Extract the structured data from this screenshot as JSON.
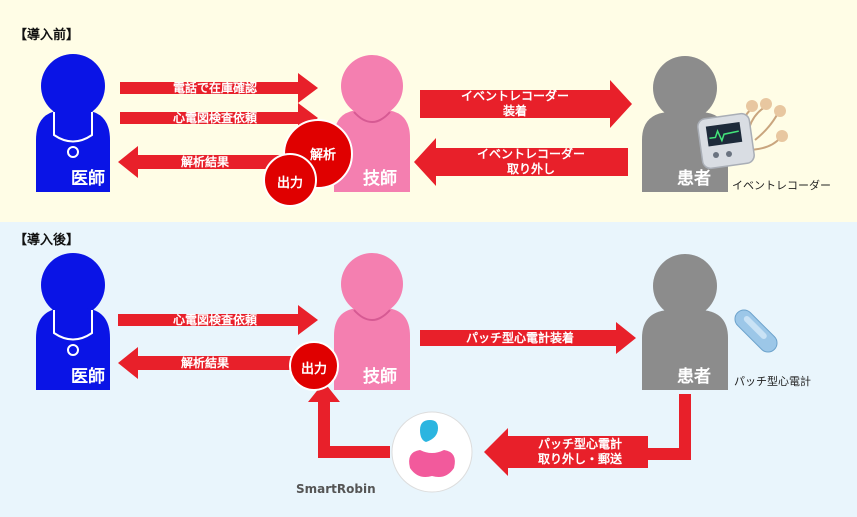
{
  "before": {
    "title": "【導入前】",
    "doctor_name": "医師",
    "technician_name": "技師",
    "patient_name": "患者",
    "arrow_phone_stock": "電話で在庫確認",
    "arrow_ecg_request": "心電図検査依頼",
    "arrow_analysis_result": "解析結果",
    "arrow_attach_line1": "イベントレコーダー",
    "arrow_attach_line2": "装着",
    "arrow_remove_line1": "イベントレコーダー",
    "arrow_remove_line2": "取り外し",
    "circle_analysis": "解析",
    "circle_output": "出力",
    "device_label": "イベントレコーダー"
  },
  "after": {
    "title": "【導入後】",
    "doctor_name": "医師",
    "technician_name": "技師",
    "patient_name": "患者",
    "arrow_ecg_request": "心電図検査依頼",
    "arrow_analysis_result": "解析結果",
    "arrow_patch_attach": "パッチ型心電計装着",
    "arrow_patch_remove_line1": "パッチ型心電計",
    "arrow_patch_remove_line2": "取り外し・郵送",
    "circle_output": "出力",
    "device_label": "パッチ型心電計",
    "brand_label": "SmartRobin"
  },
  "colors": {
    "doctor": "#0a14e6",
    "technician": "#f47fb0",
    "patient": "#8c8c8c",
    "arrow": "#e8202a",
    "circle": "#e00000",
    "before_bg": "#fffde6",
    "after_bg": "#e9f5fc"
  },
  "icons": {
    "doctor": "doctor-person-icon",
    "technician": "technician-person-icon",
    "patient": "patient-person-icon",
    "event_recorder": "event-recorder-icon",
    "patch_ecg": "patch-ecg-icon",
    "smartrobin": "smartrobin-logo-icon"
  }
}
